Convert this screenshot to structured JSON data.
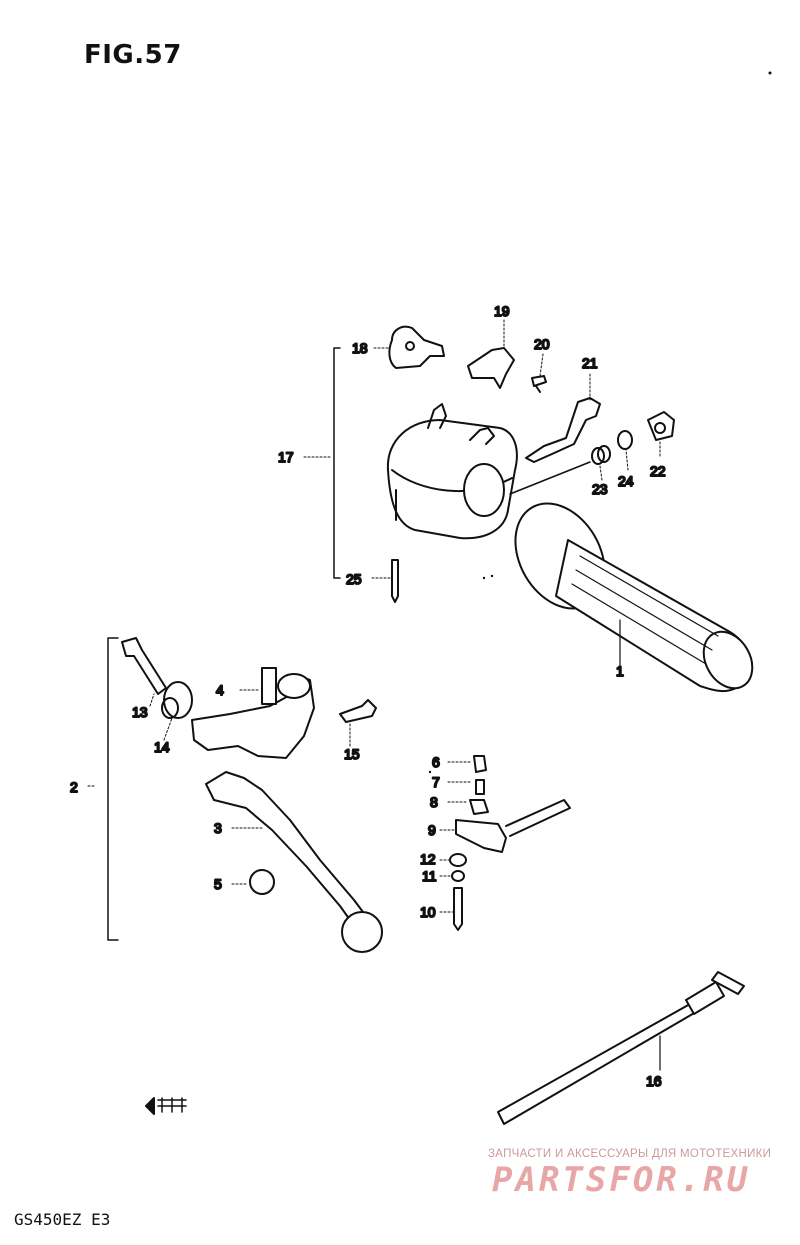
{
  "figure": {
    "title": "FIG.57",
    "model_code": "GS450EZ  E3"
  },
  "parts": {
    "p1": "1",
    "p2": "2",
    "p3": "3",
    "p4": "4",
    "p5": "5",
    "p6": "6",
    "p7": "7",
    "p8": "8",
    "p9": "9",
    "p10": "10",
    "p11": "11",
    "p12": "12",
    "p13": "13",
    "p14": "14",
    "p15": "15",
    "p16": "16",
    "p17": "17",
    "p18": "18",
    "p19": "19",
    "p20": "20",
    "p21": "21",
    "p22": "22",
    "p23": "23",
    "p24": "24",
    "p25": "25"
  },
  "watermark": {
    "tagline": "ЗАПЧАСТИ И АКСЕССУАРЫ ДЛЯ МОТОТЕХНИКИ",
    "brand": "PARTSFOR.RU",
    "color": "#e8a6a6"
  },
  "icons": {
    "direction_marker": "front-arrow-icon"
  }
}
